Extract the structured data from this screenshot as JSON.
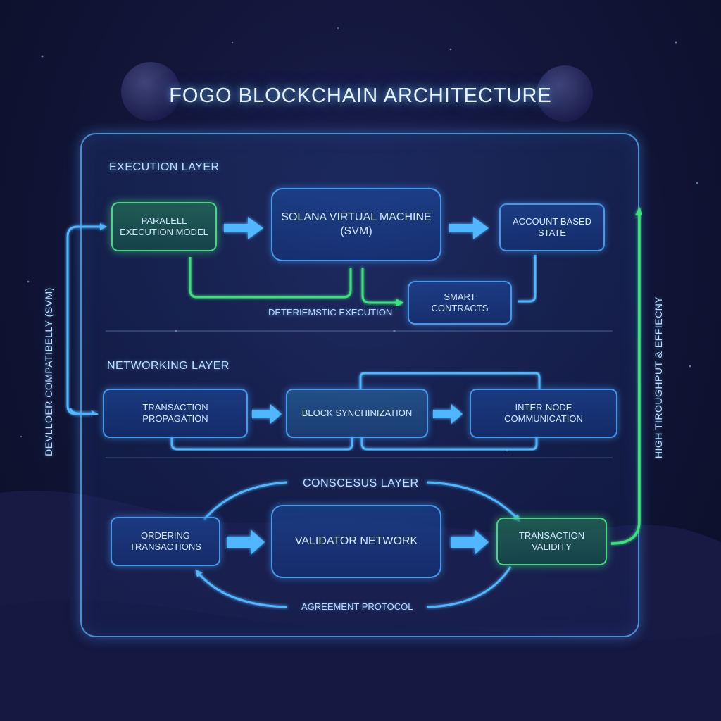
{
  "title": "FOGO BLOCKCHAIN ARCHITECTURE",
  "layers": {
    "execution": "EXECUTION LAYER",
    "networking": "NETWORKING LAYER",
    "consensus": "CONSCESUS LAYER"
  },
  "nodes": {
    "parallel": "PARALELL EXECUTION MODEL",
    "svm": "SOLANA VIRTUAL MACHINE (SVM)",
    "account": "ACCOUNT-BASED STATE",
    "smart": "SMART CONTRACTS",
    "propagation": "TRANSACTION PROPAGATION",
    "sync": "BLOCK SYNCHINIZATION",
    "internode": "INTER-NODE COMMUNICATION",
    "ordering": "ORDERING TRANSACTIONS",
    "validator": "VALIDATOR NETWORK",
    "validity": "TRANSACTION VALIDITY"
  },
  "flow_labels": {
    "deterministic": "DETERIEMSTIC EXECUTION",
    "agreement": "AGREEMENT PROTOCOL"
  },
  "side_labels": {
    "left": "DEVLLOER COMPATIBELLY (SVM)",
    "right": "HIGH TIROUGHPUT & EFFIECNY"
  },
  "colors": {
    "blue_line": "#4fb6ff",
    "green_line": "#3ee07a",
    "background": "#12163a"
  }
}
